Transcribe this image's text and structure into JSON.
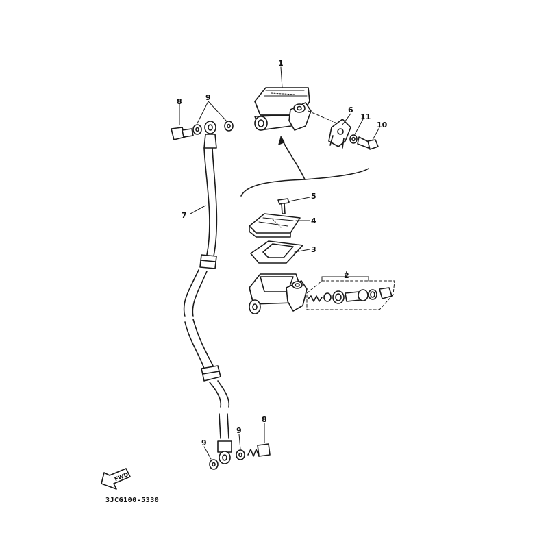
{
  "callouts": {
    "c1": "1",
    "c2": "2",
    "c3": "3",
    "c4": "4",
    "c5": "5",
    "c6": "6",
    "c7": "7",
    "c8_top": "8",
    "c8_bottom": "8",
    "c9_top": "9",
    "c9_bottom_left": "9",
    "c9_bottom_right": "9",
    "c10": "10",
    "c11": "11"
  },
  "direction_arrow": {
    "label": "FWD"
  },
  "diagram_code": "3JCG100-5330"
}
